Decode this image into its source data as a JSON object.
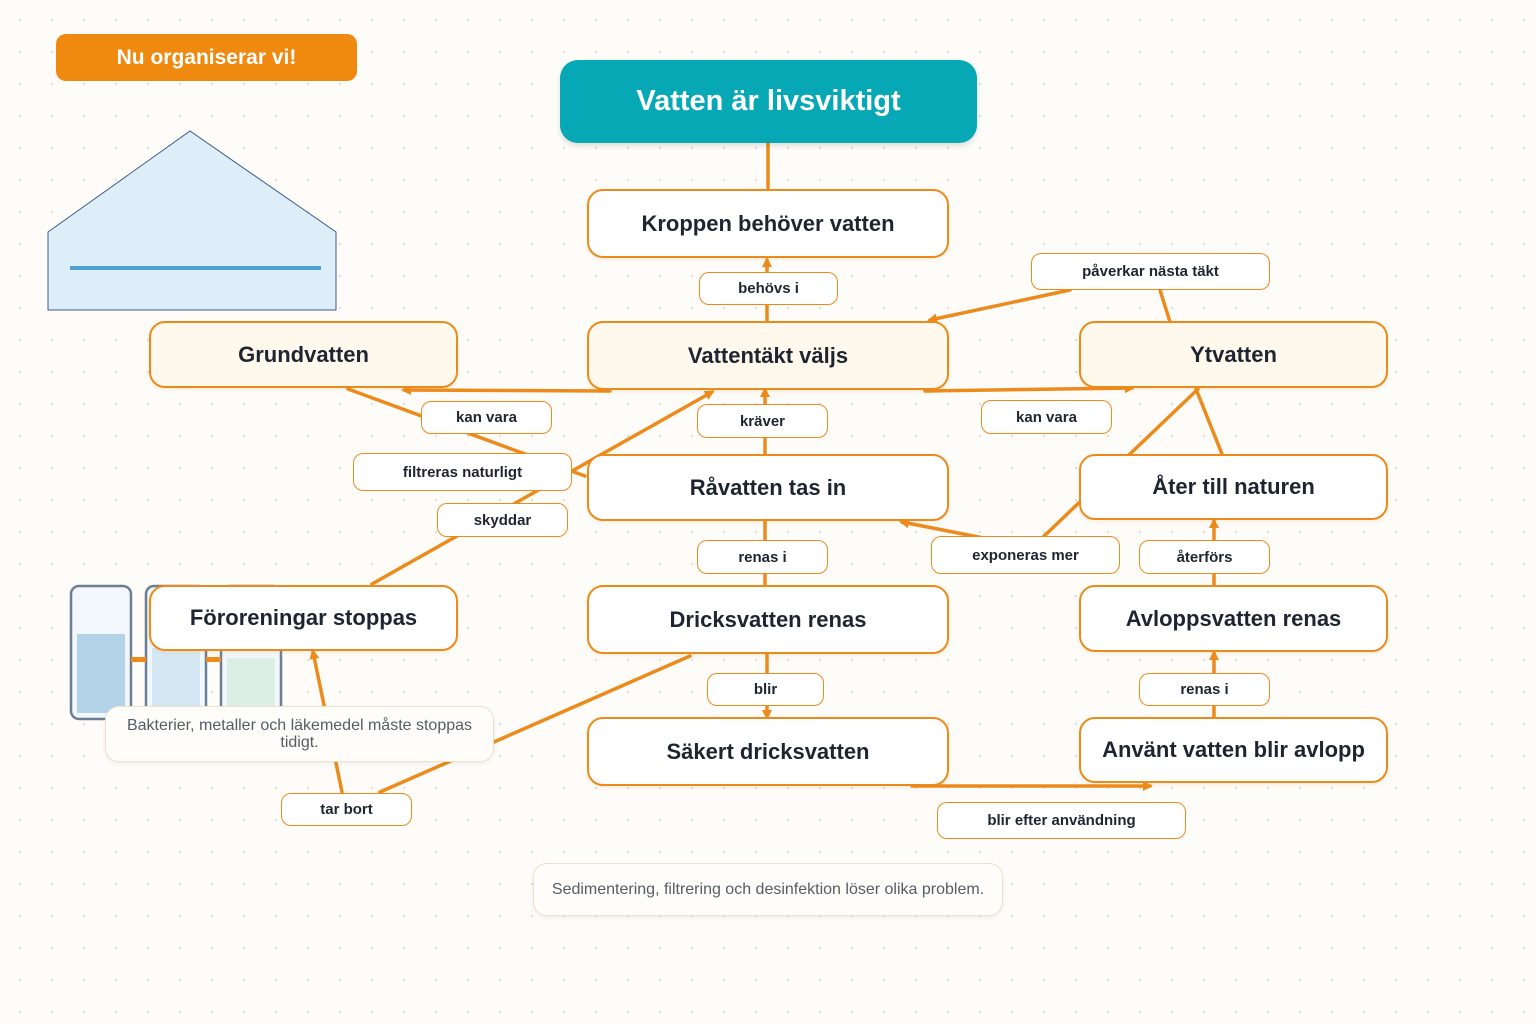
{
  "badge": "Nu organiserar vi!",
  "root": "Vatten är livsviktigt",
  "nodes": {
    "kroppen": "Kroppen behöver vatten",
    "vattentakt": "Vattentäkt väljs",
    "grundvatten": "Grundvatten",
    "ytvatten": "Ytvatten",
    "ravatten": "Råvatten tas in",
    "ater": "Åter till naturen",
    "fororeningar": "Föroreningar stoppas",
    "dricksvatten": "Dricksvatten renas",
    "avloppsvatten": "Avloppsvatten renas",
    "sakert": "Säkert dricksvatten",
    "anvant": "Använt vatten blir avlopp"
  },
  "edges": {
    "behovs_i": "behövs i",
    "paverkar": "påverkar nästa täkt",
    "kan_vara_left": "kan vara",
    "kraver": "kräver",
    "kan_vara_right": "kan vara",
    "filtreras": "filtreras naturligt",
    "skyddar": "skyddar",
    "renas_i_left": "renas i",
    "exponeras": "exponeras mer",
    "aterfors": "återförs",
    "blir": "blir",
    "renas_i_right": "renas i",
    "tar_bort": "tar bort",
    "blir_efter": "blir efter användning"
  },
  "notes": {
    "bakterier": "Bakterier, metaller och läkemedel måste stoppas tidigt.",
    "sedimentering": "Sedimentering, filtrering och desinfektion löser olika problem."
  },
  "colors": {
    "accent": "#ec8b1c",
    "badge": "#f0890f",
    "root": "#07a8b6",
    "node_tint": "#fff8ec",
    "house_fill": "#ddeef8",
    "water_line": "#4fa1d4"
  },
  "icons": [
    "house-illustration",
    "water-tanks-illustration"
  ]
}
